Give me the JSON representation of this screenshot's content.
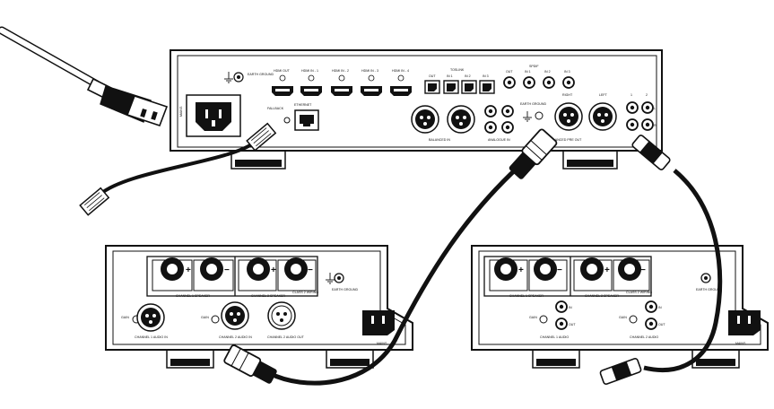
{
  "processor": {
    "rear_labels": {
      "mains": "MAINS",
      "earth_ground": "EARTH GROUND",
      "hdmi_out": "HDMI OUT",
      "hdmi_in_1": "HDMI IN - 1",
      "hdmi_in_2": "HDMI IN - 2",
      "hdmi_in_3": "HDMI IN - 3",
      "hdmi_in_4": "HDMI IN - 4",
      "toslink": "TOSLINK",
      "toslink_out": "OUT",
      "toslink_in1": "IN 1",
      "toslink_in2": "IN 2",
      "toslink_in3": "IN 3",
      "spdif": "SPDIF",
      "spdif_out": "OUT",
      "spdif_in1": "IN 1",
      "spdif_in2": "IN 2",
      "spdif_in3": "IN 3",
      "fallback": "FALLBACK",
      "ethernet": "ETHERNET",
      "balanced_in": "BALANCED IN",
      "analogue_in": "ANALOGUE IN",
      "earth_ground_2": "EARTH GROUND",
      "balanced_pre_out": "BALANCED PRE OUT",
      "right": "RIGHT",
      "left": "LEFT",
      "pre_out_1": "1",
      "pre_out_2": "2",
      "r": "R",
      "l": "L"
    }
  },
  "amp_left": {
    "rear_labels": {
      "channel_1_speaker": "CHANNEL 1 SPEAKER",
      "channel_2_speaker": "CHANNEL 2 SPEAKER",
      "class_2_wiring": "CLASS 2 WIRING",
      "earth_ground": "EARTH GROUND",
      "gain": "GAIN",
      "channel_1_audio_in": "CHANNEL 1 AUDIO IN",
      "channel_2_audio_in": "CHANNEL 2 AUDIO IN",
      "channel_2_audio_out": "CHANNEL 2 AUDIO OUT",
      "mains": "MAINS"
    }
  },
  "amp_right": {
    "rear_labels": {
      "channel_1_speaker": "CHANNEL 1 SPEAKER",
      "channel_2_speaker": "CHANNEL 2 SPEAKER",
      "class_2_wiring": "CLASS 2 WIRING",
      "earth_ground": "EARTH GROUND",
      "gain": "GAIN",
      "in": "IN",
      "out": "OUT",
      "channel_1_audio": "CHANNEL 1 AUDIO",
      "channel_2_audio": "CHANNEL 2 AUDIO",
      "mains": "MAINS"
    }
  }
}
